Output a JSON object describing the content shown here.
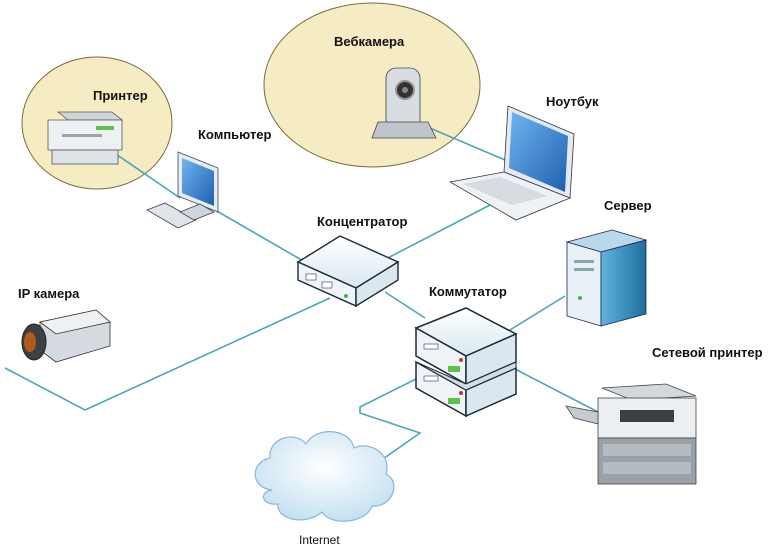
{
  "labels": {
    "printer": "Принтер",
    "computer": "Компьютер",
    "webcam": "Вебкамера",
    "laptop": "Ноутбук",
    "hub": "Концентратор",
    "server": "Сервер",
    "ip_camera": "IP камера",
    "switch": "Коммутатор",
    "network_printer": "Сетевой принтер",
    "internet": "Internet"
  },
  "colors": {
    "zone_fill": "#f6ecc4",
    "link": "#4aa7b8",
    "device_body": "#e8f1f6",
    "device_line": "#1c2a38",
    "screen": "#2f7fd0",
    "server_blue": "#3a8fc0",
    "cloud": "#d8ecf8"
  }
}
